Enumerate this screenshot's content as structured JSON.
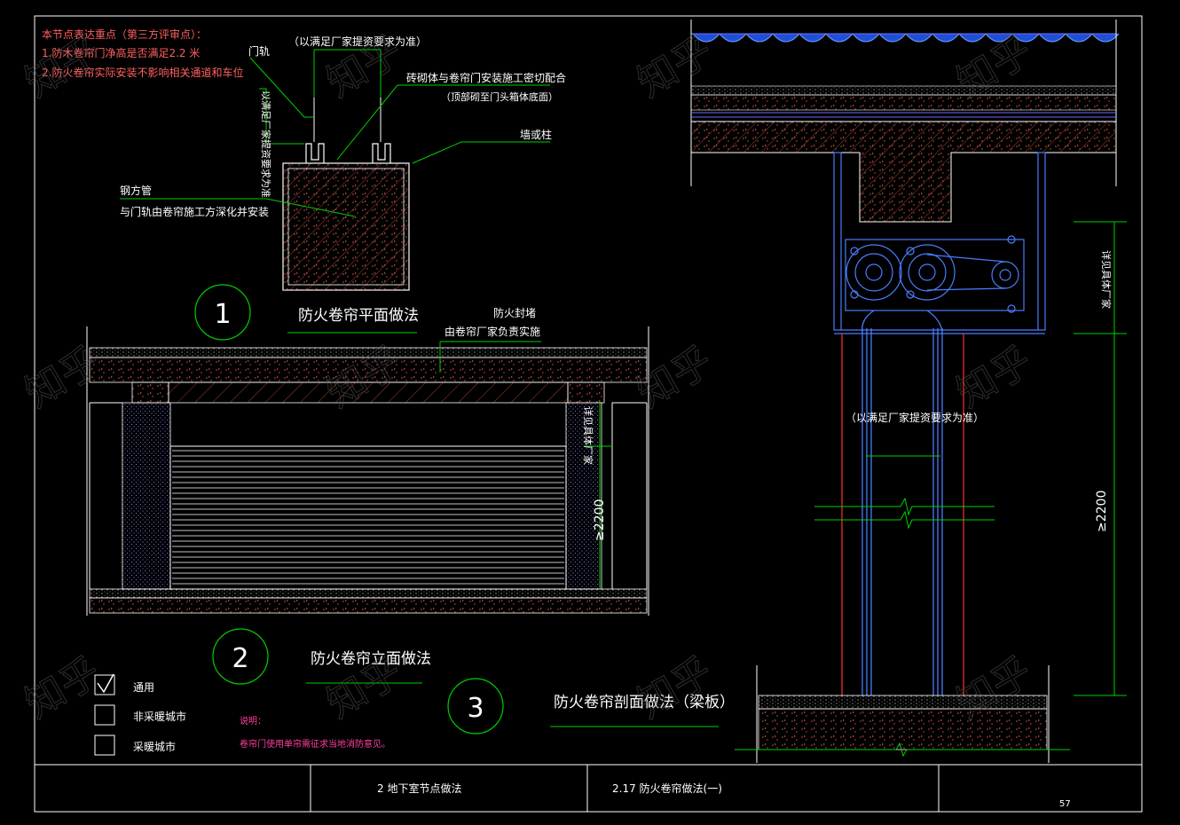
{
  "notes": {
    "title": "本节点表达重点（第三方评审点）：",
    "item1": "1.防木卷帘门净高是否满足2.2 米",
    "item2": "2.防火卷帘实际安装不影响相关通道和车位"
  },
  "plan": {
    "label_track": "门轨",
    "label_manufacturer_top": "（以满足厂家提资要求为准）",
    "label_masonry": "砖砌体与卷帘门安装施工密切配合",
    "label_masonry2": "（顶部砌至门头箱体底面）",
    "label_wall": "墙或柱",
    "label_vertical": "以满足厂家提资要求为准",
    "label_steel": "钢方管",
    "label_steel2": "与门轨由卷帘施工方深化并安装",
    "number": "1",
    "title": "防火卷帘平面做法"
  },
  "elevation": {
    "label_seal": "防火封堵",
    "label_seal2": "由卷帘厂家负责实施",
    "label_detail": "详见具体厂家",
    "dim": "≥2200",
    "number": "2",
    "title": "防火卷帘立面做法"
  },
  "section": {
    "label_manufacturer": "（以满足厂家提资要求为准）",
    "label_detail": "详见具体厂家",
    "dim": "≥2200",
    "number": "3",
    "title": "防火卷帘剖面做法（梁板）"
  },
  "legend": {
    "general": "通用",
    "non_heating": "非采暖城市",
    "heating": "采暖城市",
    "general_checked": true
  },
  "remark": {
    "title": "说明：",
    "text": "卷帘门使用单帘需征求当地消防意见。"
  },
  "titleblock": {
    "chapter": "2  地下室节点做法",
    "section": "2.17  防火卷帘做法(一)",
    "page": "57"
  },
  "watermark": "知乎"
}
